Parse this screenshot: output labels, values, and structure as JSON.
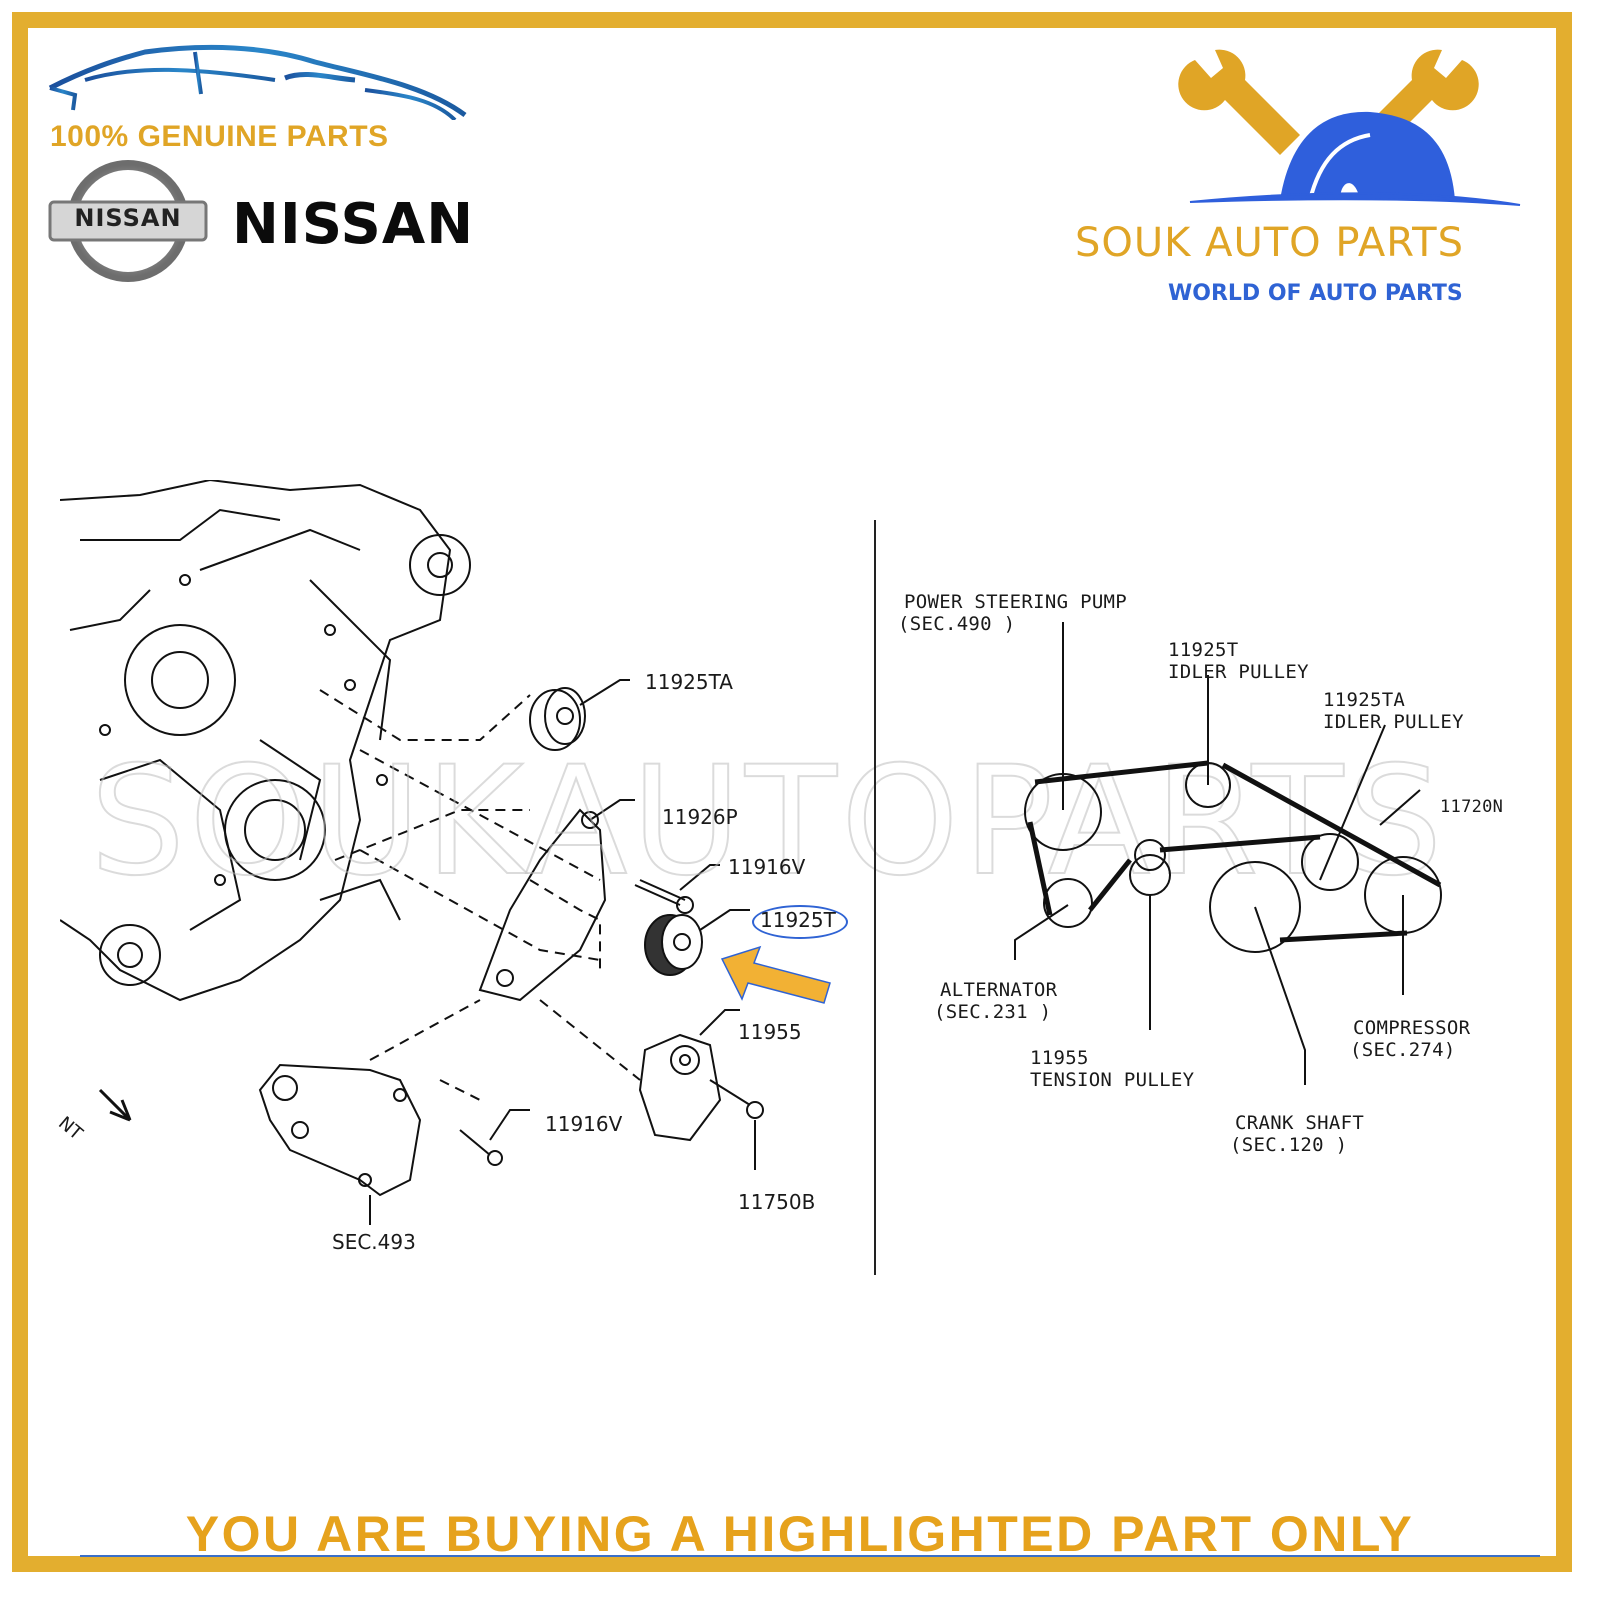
{
  "header": {
    "left_logo": {
      "tagline": "100% GENUINE PARTS",
      "brand_badge_text": "NISSAN",
      "brand_name": "NISSAN"
    },
    "right_logo": {
      "title": "SOUK AUTO PARTS",
      "subtitle": "WORLD OF AUTO PARTS"
    }
  },
  "watermark": "SOUKAUTOPARTS",
  "exploded_view": {
    "labels": [
      {
        "id": "11925TA",
        "text": "11925TA"
      },
      {
        "id": "11926P",
        "text": "11926P"
      },
      {
        "id": "11916V_top",
        "text": "11916V"
      },
      {
        "id": "11925T",
        "text": "11925T",
        "highlighted": true
      },
      {
        "id": "11955",
        "text": "11955"
      },
      {
        "id": "11916V_bottom",
        "text": "11916V"
      },
      {
        "id": "11750B",
        "text": "11750B"
      },
      {
        "id": "SEC493",
        "text": "SEC.493"
      },
      {
        "id": "front",
        "text": "NT"
      }
    ],
    "highlight_color": "#2f63d4",
    "arrow_color": "#f2b134"
  },
  "belt_diagram": {
    "labels": {
      "power_steering_name": "POWER STEERING PUMP",
      "power_steering_sec": "(SEC.490 )",
      "idler_t_code": "11925T",
      "idler_t_name": "IDLER PULLEY",
      "idler_ta_code": "11925TA",
      "idler_ta_name": "IDLER PULLEY",
      "belt_code": "11720N",
      "alternator_name": "ALTERNATOR",
      "alternator_sec": "(SEC.231 )",
      "tension_code": "11955",
      "tension_name": "TENSION PULLEY",
      "compressor_name": "COMPRESSOR",
      "compressor_sec": "(SEC.274)",
      "crank_name": "CRANK SHAFT",
      "crank_sec": "(SEC.120 )"
    }
  },
  "footer": {
    "notice": "YOU ARE BUYING A HIGHLIGHTED PART ONLY"
  },
  "colors": {
    "frame_gold": "#e3ae2f",
    "text_gold": "#e0a526",
    "brand_blue": "#2f63d4"
  }
}
